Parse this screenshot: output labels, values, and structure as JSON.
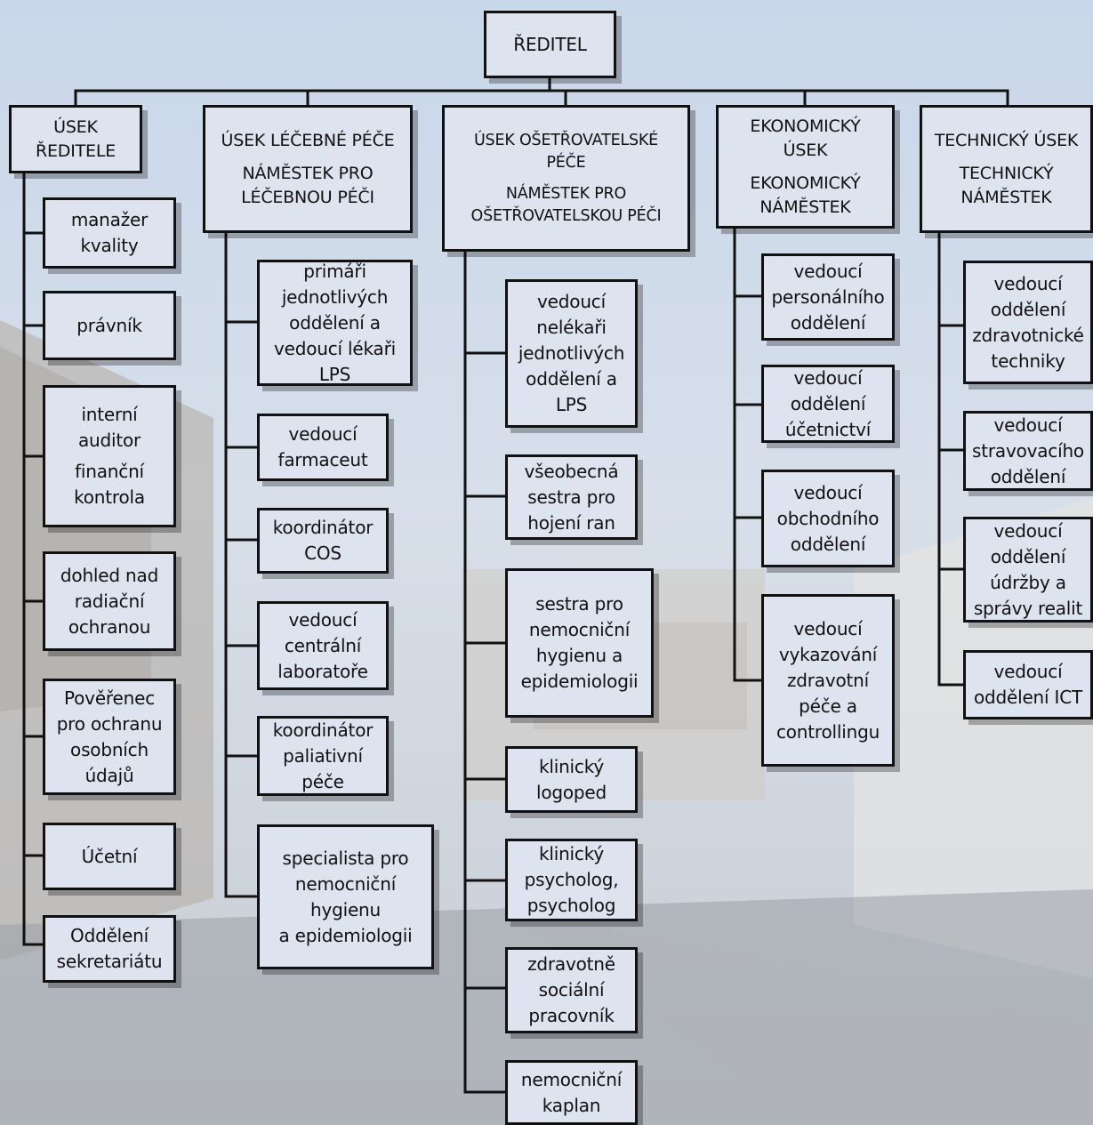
{
  "director": "ŘEDITEL",
  "columns": [
    {
      "head_lines": [
        "ÚSEK\nŘEDITELE"
      ],
      "items": [
        "manažer\nkvality",
        "právník",
        "interní\nauditor",
        "finanční\nkontrola",
        "dohled nad\nradiační\nochranou",
        "Pověřenec\npro ochranu\nosobních\núdajů",
        "Účetní",
        "Oddělení\nsekretariátu"
      ]
    },
    {
      "head_lines": [
        "ÚSEK LÉČEBNÉ PÉČE",
        "NÁMĚSTEK PRO\nLÉČEBNOU PÉČI"
      ],
      "items": [
        "primáři\njednotlivých\noddělení a\nvedoucí lékaři\nLPS",
        "vedoucí\nfarmaceut",
        "koordinátor\nCOS",
        "vedoucí\ncentrální\nlaboratoře",
        "koordinátor\npaliativní\npéče",
        "specialista pro\nnemocniční\nhygienu\na epidemiologii"
      ]
    },
    {
      "head_lines": [
        "ÚSEK OŠETŘOVATELSKÉ\nPÉČE",
        "NÁMĚSTEK PRO\nOŠETŘOVATELSKOU PÉČI"
      ],
      "items": [
        "vedoucí\nnelékaři\njednotlivých\noddělení a\nLPS",
        "všeobecná\nsestra pro\nhojení ran",
        "sestra pro\nnemocniční\nhygienu a\nepidemiologii",
        "klinický\nlogoped",
        "klinický\npsycholog,\npsycholog",
        "zdravotně\nsociální\npracovník",
        "nemocniční\nkaplan"
      ]
    },
    {
      "head_lines": [
        "EKONOMICKÝ\nÚSEK",
        "EKONOMICKÝ\nNÁMĚSTEK"
      ],
      "items": [
        "vedoucí\npersonálního\noddělení",
        "vedoucí\noddělení\núčetnictví",
        "vedoucí\nobchodního\noddělení",
        "vedoucí\nvykazování\nzdravotní\npéče a\ncontrollingu"
      ]
    },
    {
      "head_lines": [
        "TECHNICKÝ ÚSEK",
        "TECHNICKÝ\nNÁMĚSTEK"
      ],
      "items": [
        "vedoucí\noddělení\nzdravotnické\ntechniky",
        "vedoucí\nstravovacího\noddělení",
        "vedoucí\noddělení\núdržby a\nsprávy realit",
        "vedoucí\noddělení ICT"
      ]
    }
  ],
  "colors": {
    "box_fill": "#dde4ef",
    "border": "#111111"
  }
}
